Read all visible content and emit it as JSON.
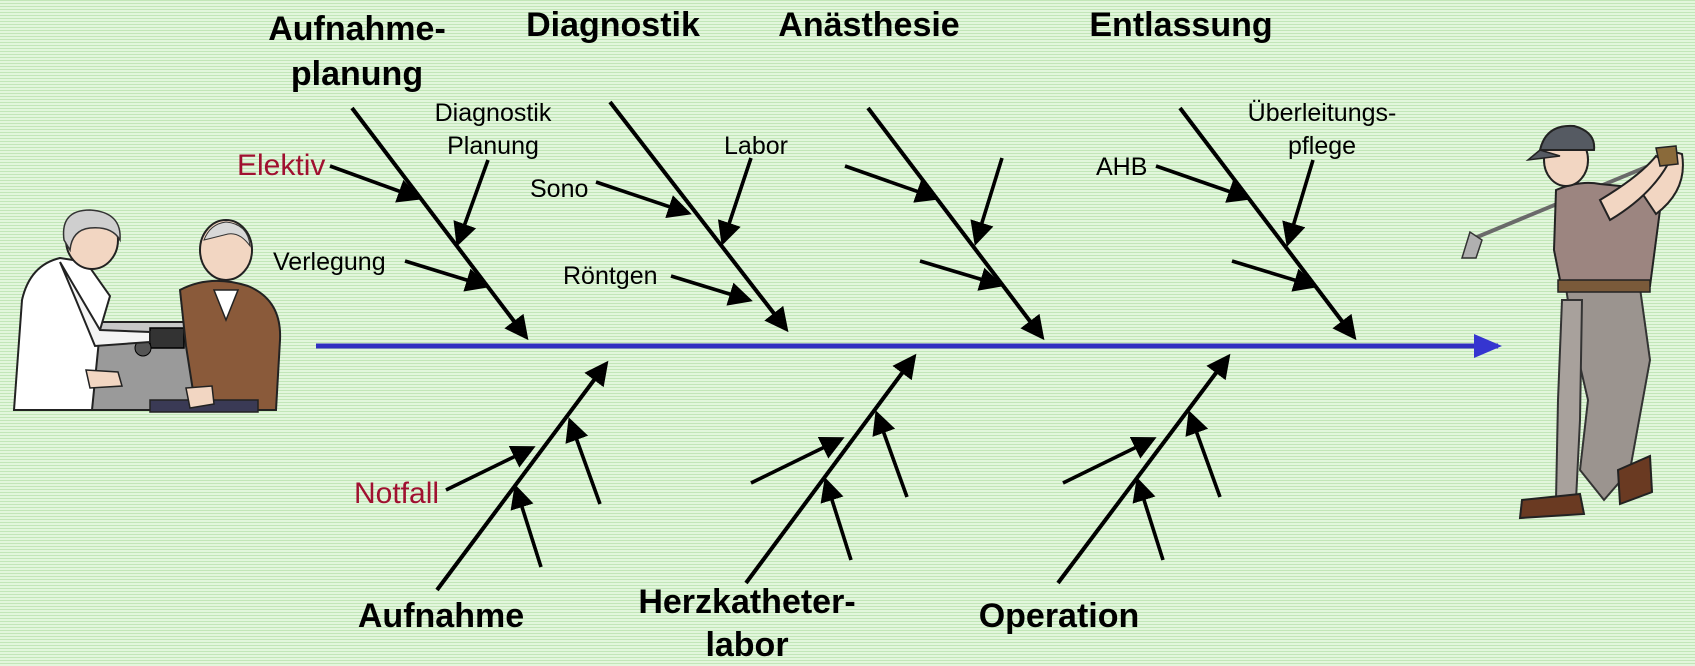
{
  "colors": {
    "spine": "#2e2ec8",
    "accent_text": "#a01030",
    "bones": "#000000"
  },
  "categories_top": [
    {
      "line1": "Aufnahme-",
      "line2": "planung"
    },
    {
      "line1": "Diagnostik"
    },
    {
      "line1": "Anästhesie"
    },
    {
      "line1": "Entlassung"
    }
  ],
  "categories_bottom": [
    {
      "line1": "Aufnahme"
    },
    {
      "line1": "Herzkatheter-",
      "line2": "labor"
    },
    {
      "line1": "Operation"
    }
  ],
  "causes": {
    "elektiv": "Elektiv",
    "diagnostik_planung_1": "Diagnostik",
    "diagnostik_planung_2": "Planung",
    "verlegung": "Verlegung",
    "sono": "Sono",
    "labor": "Labor",
    "roentgen": "Röntgen",
    "ahb": "AHB",
    "ueberleitung_1": "Überleitungs-",
    "ueberleitung_2": "pflege",
    "notfall": "Notfall"
  },
  "illustrations": {
    "left": "doctor-measuring-blood-pressure",
    "right": "elderly-golfer"
  }
}
